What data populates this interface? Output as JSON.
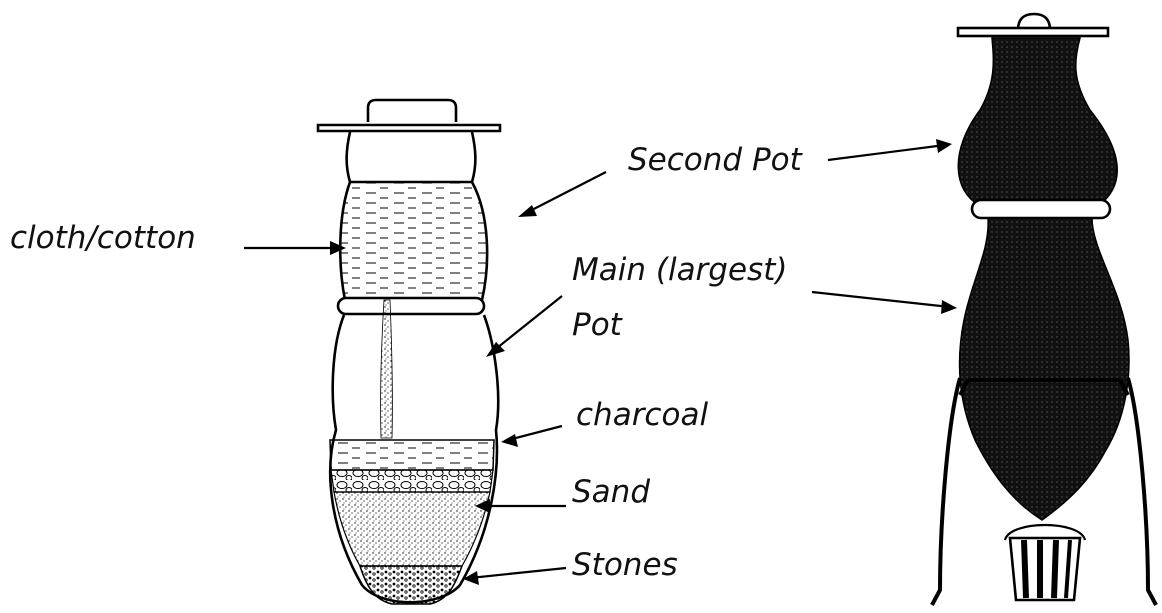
{
  "labels": {
    "cloth": "cloth/cotton",
    "second_pot": "Second Pot",
    "main_pot_line1": "Main (largest)",
    "main_pot_line2": "Pot",
    "charcoal": "charcoal",
    "sand": "Sand",
    "stones": "Stones"
  },
  "colors": {
    "ink": "#000000",
    "background": "#ffffff"
  }
}
